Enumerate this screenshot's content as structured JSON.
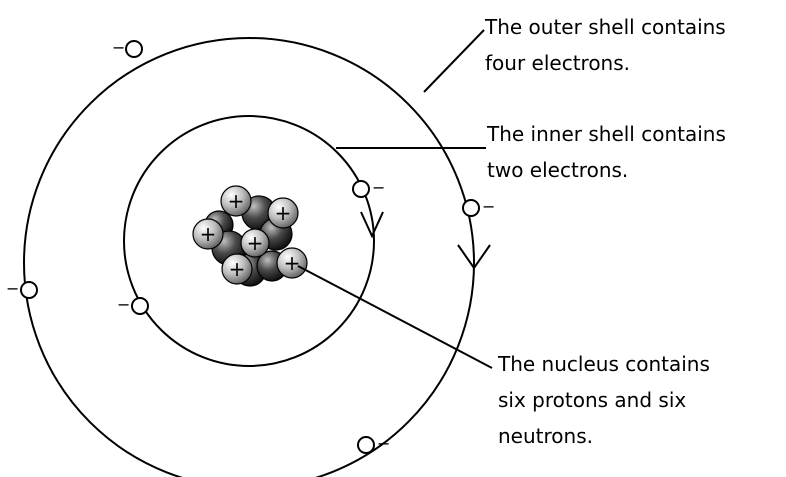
{
  "labels": {
    "outer_shell": {
      "line1": "The outer shell contains",
      "line2": "four electrons."
    },
    "inner_shell": {
      "line1": "The inner shell contains",
      "line2": "two electrons."
    },
    "nucleus": {
      "line1": "The nucleus contains",
      "line2": "six protons and six",
      "line3": "neutrons."
    }
  },
  "electron_charge": "−",
  "proton_charge": "+",
  "counts": {
    "outer_electrons": 4,
    "inner_electrons": 2,
    "protons": 6,
    "neutrons": 6
  },
  "colors": {
    "line": "#000000",
    "electron_fill": "#ffffff"
  }
}
